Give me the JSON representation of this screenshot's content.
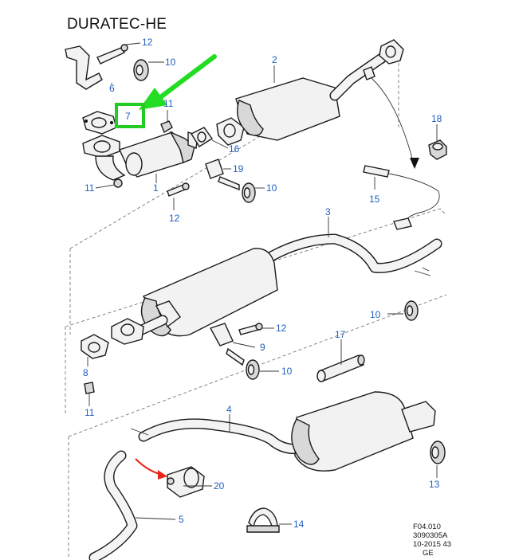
{
  "title": "DURATEC-HE",
  "reference": {
    "line1": "F04.010",
    "line2": "3090305A",
    "line3": "10-2015 43",
    "line4": "GE"
  },
  "highlight": {
    "label": "7",
    "box_color": "#22cc22",
    "arrow_color": "#22dd22"
  },
  "colors": {
    "callout_text": "#1f5fbf",
    "indicator_arrow": "#e8271c"
  },
  "callouts": {
    "c1": "1",
    "c2": "2",
    "c3": "3",
    "c4": "4",
    "c5": "5",
    "c6": "6",
    "c7": "7",
    "c8": "8",
    "c9": "9",
    "c10a": "10",
    "c10b": "10",
    "c10c": "10",
    "c10d": "10",
    "c11a": "11",
    "c11b": "11",
    "c11c": "11",
    "c12a": "12",
    "c12b": "12",
    "c12c": "12",
    "c13": "13",
    "c14": "14",
    "c15": "15",
    "c16": "16",
    "c17": "17",
    "c18": "18",
    "c19": "19",
    "c20": "20"
  }
}
